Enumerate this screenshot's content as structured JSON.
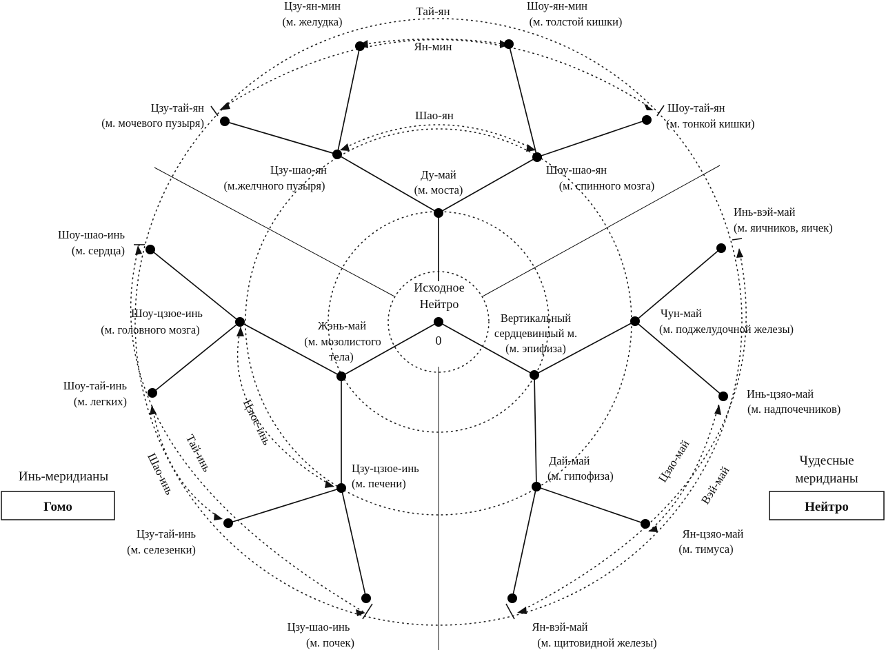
{
  "center": {
    "line1": "Исходное",
    "line2": "Нейтро",
    "zero": "0"
  },
  "nodes": {
    "du_mai": {
      "line1": "Ду-май",
      "line2": "(м. моста)"
    },
    "zhen_mai": {
      "line1": "Жэнь-май",
      "line2": "(м. мозолистого",
      "line3": "тела)"
    },
    "vert": {
      "line1": "Вертикальный",
      "line2": "сердцевинный м.",
      "line3": "(м. эпифиза)"
    },
    "czu_shao_yan": {
      "line1": "Цзу-шао-ян",
      "line2": "(м.желчного пузыря)"
    },
    "shou_shao_yan": {
      "line1": "Шоу-шао-ян",
      "line2": "(м. спинного мозга)"
    },
    "czu_yan_min": {
      "line1": "Цзу-ян-мин",
      "line2": "(м. желудка)"
    },
    "shou_yan_min": {
      "line1": "Шоу-ян-мин",
      "line2": "(м. толстой кишки)"
    },
    "czu_tai_yan": {
      "line1": "Цзу-тай-ян",
      "line2": "(м. мочевого пузыря)"
    },
    "shou_tai_yan": {
      "line1": "Шоу-тай-ян",
      "line2": "(м. тонкой кишки)"
    },
    "shou_czue_in": {
      "line1": "Шоу-цзюе-инь",
      "line2": "(м. головного мозга)"
    },
    "shou_shao_in": {
      "line1": "Шоу-шао-инь",
      "line2": "(м. сердца)"
    },
    "shou_tai_in": {
      "line1": "Шоу-тай-инь",
      "line2": "(м. легких)"
    },
    "czu_czue_in": {
      "line1": "Цзу-цзюе-инь",
      "line2": "(м. печени)"
    },
    "czu_tai_in": {
      "line1": "Цзу-тай-инь",
      "line2": "(м. селезенки)"
    },
    "czu_shao_in": {
      "line1": "Цзу-шао-инь",
      "line2": "(м. почек)"
    },
    "chun_mai": {
      "line1": "Чун-май",
      "line2": "(м. поджелудочной железы)"
    },
    "in_vei_mai": {
      "line1": "Инь-вэй-май",
      "line2": "(м. яичников, яичек)"
    },
    "in_czyao_mai": {
      "line1": "Инь-цзяо-май",
      "line2": "(м. надпочечников)"
    },
    "dai_mai": {
      "line1": "Дай-май",
      "line2": "(м. гипофиза)"
    },
    "yan_czyao_mai": {
      "line1": "Ян-цзяо-май",
      "line2": "(м. тимуса)"
    },
    "yan_vei_mai": {
      "line1": "Ян-вэй-май",
      "line2": "(м. щитовидной железы)"
    }
  },
  "arcs": {
    "tai_yan": "Тай-ян",
    "yan_min": "Ян-мин",
    "shao_yan": "Шао-ян",
    "czue_in": "Цзюе-инь",
    "tai_in": "Тай-инь",
    "shao_in": "Шао-инь",
    "czyao_mai": "Цзяо-май",
    "vei_mai": "Вэй-май"
  },
  "left_panel": {
    "caption": "Инь-меридианы",
    "box": "Гомо"
  },
  "right_panel": {
    "caption_line1": "Чудесные",
    "caption_line2": "меридианы",
    "box": "Нейтро"
  }
}
